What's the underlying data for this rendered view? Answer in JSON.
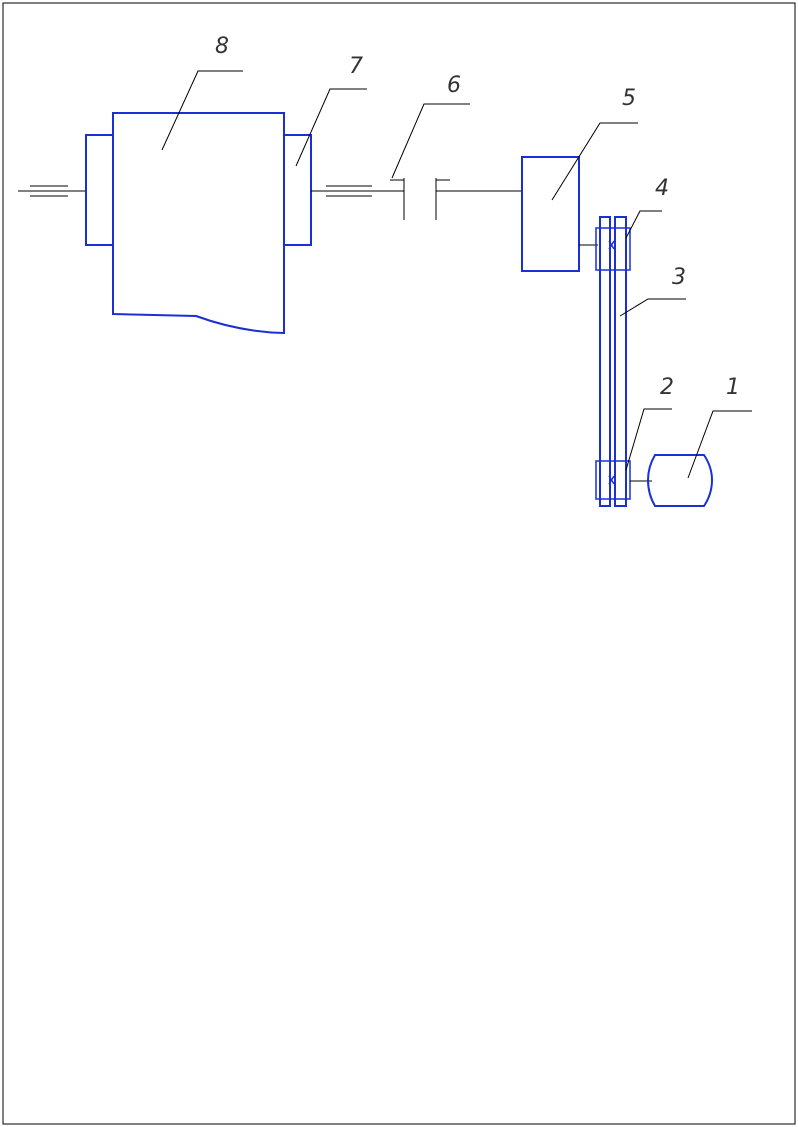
{
  "colors": {
    "outline": "#1a2fd6",
    "line": "#000000",
    "label": "#333333"
  },
  "labels": {
    "motor": "1",
    "pulley_small": "2",
    "belt": "3",
    "pulley_large": "4",
    "gearbox": "5",
    "coupling": "6",
    "bearing": "7",
    "drum": "8"
  }
}
